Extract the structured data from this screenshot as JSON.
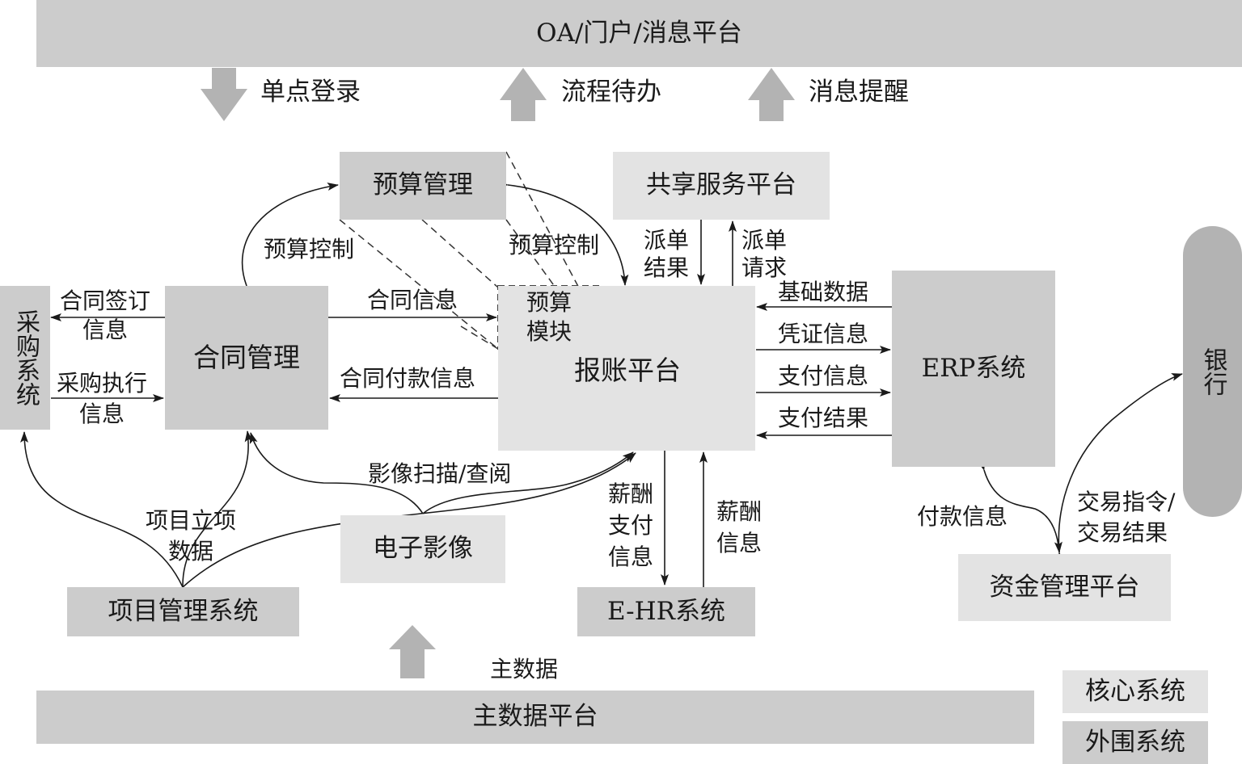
{
  "top_platform": {
    "label": "OA/门户/消息平台"
  },
  "top_arrows": [
    {
      "label": "单点登录",
      "direction": "down"
    },
    {
      "label": "流程待办",
      "direction": "up"
    },
    {
      "label": "消息提醒",
      "direction": "up"
    }
  ],
  "systems": {
    "budget_mgmt": "预算管理",
    "shared_service": "共享服务平台",
    "procurement": "采购系统",
    "contract_mgmt": "合同管理",
    "budget_module": "预算模块",
    "reimbursement": "报账平台",
    "erp": "ERP系统",
    "bank": "银行",
    "e_image": "电子影像",
    "project_mgmt": "项目管理系统",
    "ehr": "E-HR系统",
    "fund_mgmt": "资金管理平台",
    "master_data": "主数据平台"
  },
  "flows": {
    "budget_control_left": "预算控制",
    "budget_control_right": "预算控制",
    "dispatch_result": [
      "派单",
      "结果"
    ],
    "dispatch_request": [
      "派单",
      "请求"
    ],
    "contract_sign": [
      "合同签订",
      "信息"
    ],
    "procurement_exec": [
      "采购执行",
      "信息"
    ],
    "contract_info": "合同信息",
    "contract_payment": "合同付款信息",
    "base_data": "基础数据",
    "voucher_info": "凭证信息",
    "payment_info": "支付信息",
    "payment_result": "支付结果",
    "image_scan": "影像扫描/查阅",
    "project_setup": [
      "项目立项",
      "数据"
    ],
    "salary_payment": [
      "薪酬",
      "支付",
      "信息"
    ],
    "salary_info": [
      "薪酬",
      "信息"
    ],
    "pay_info": "付款信息",
    "transaction": [
      "交易指令/",
      "交易结果"
    ],
    "master_data_flow": "主数据"
  },
  "legend": {
    "core": "核心系统",
    "peripheral": "外围系统"
  },
  "colors": {
    "core": "#e3e3e3",
    "peripheral": "#cccccc",
    "bank": "#b3b3b3",
    "block_arrow": "#b3b3b3",
    "line": "#1a1a1a"
  }
}
